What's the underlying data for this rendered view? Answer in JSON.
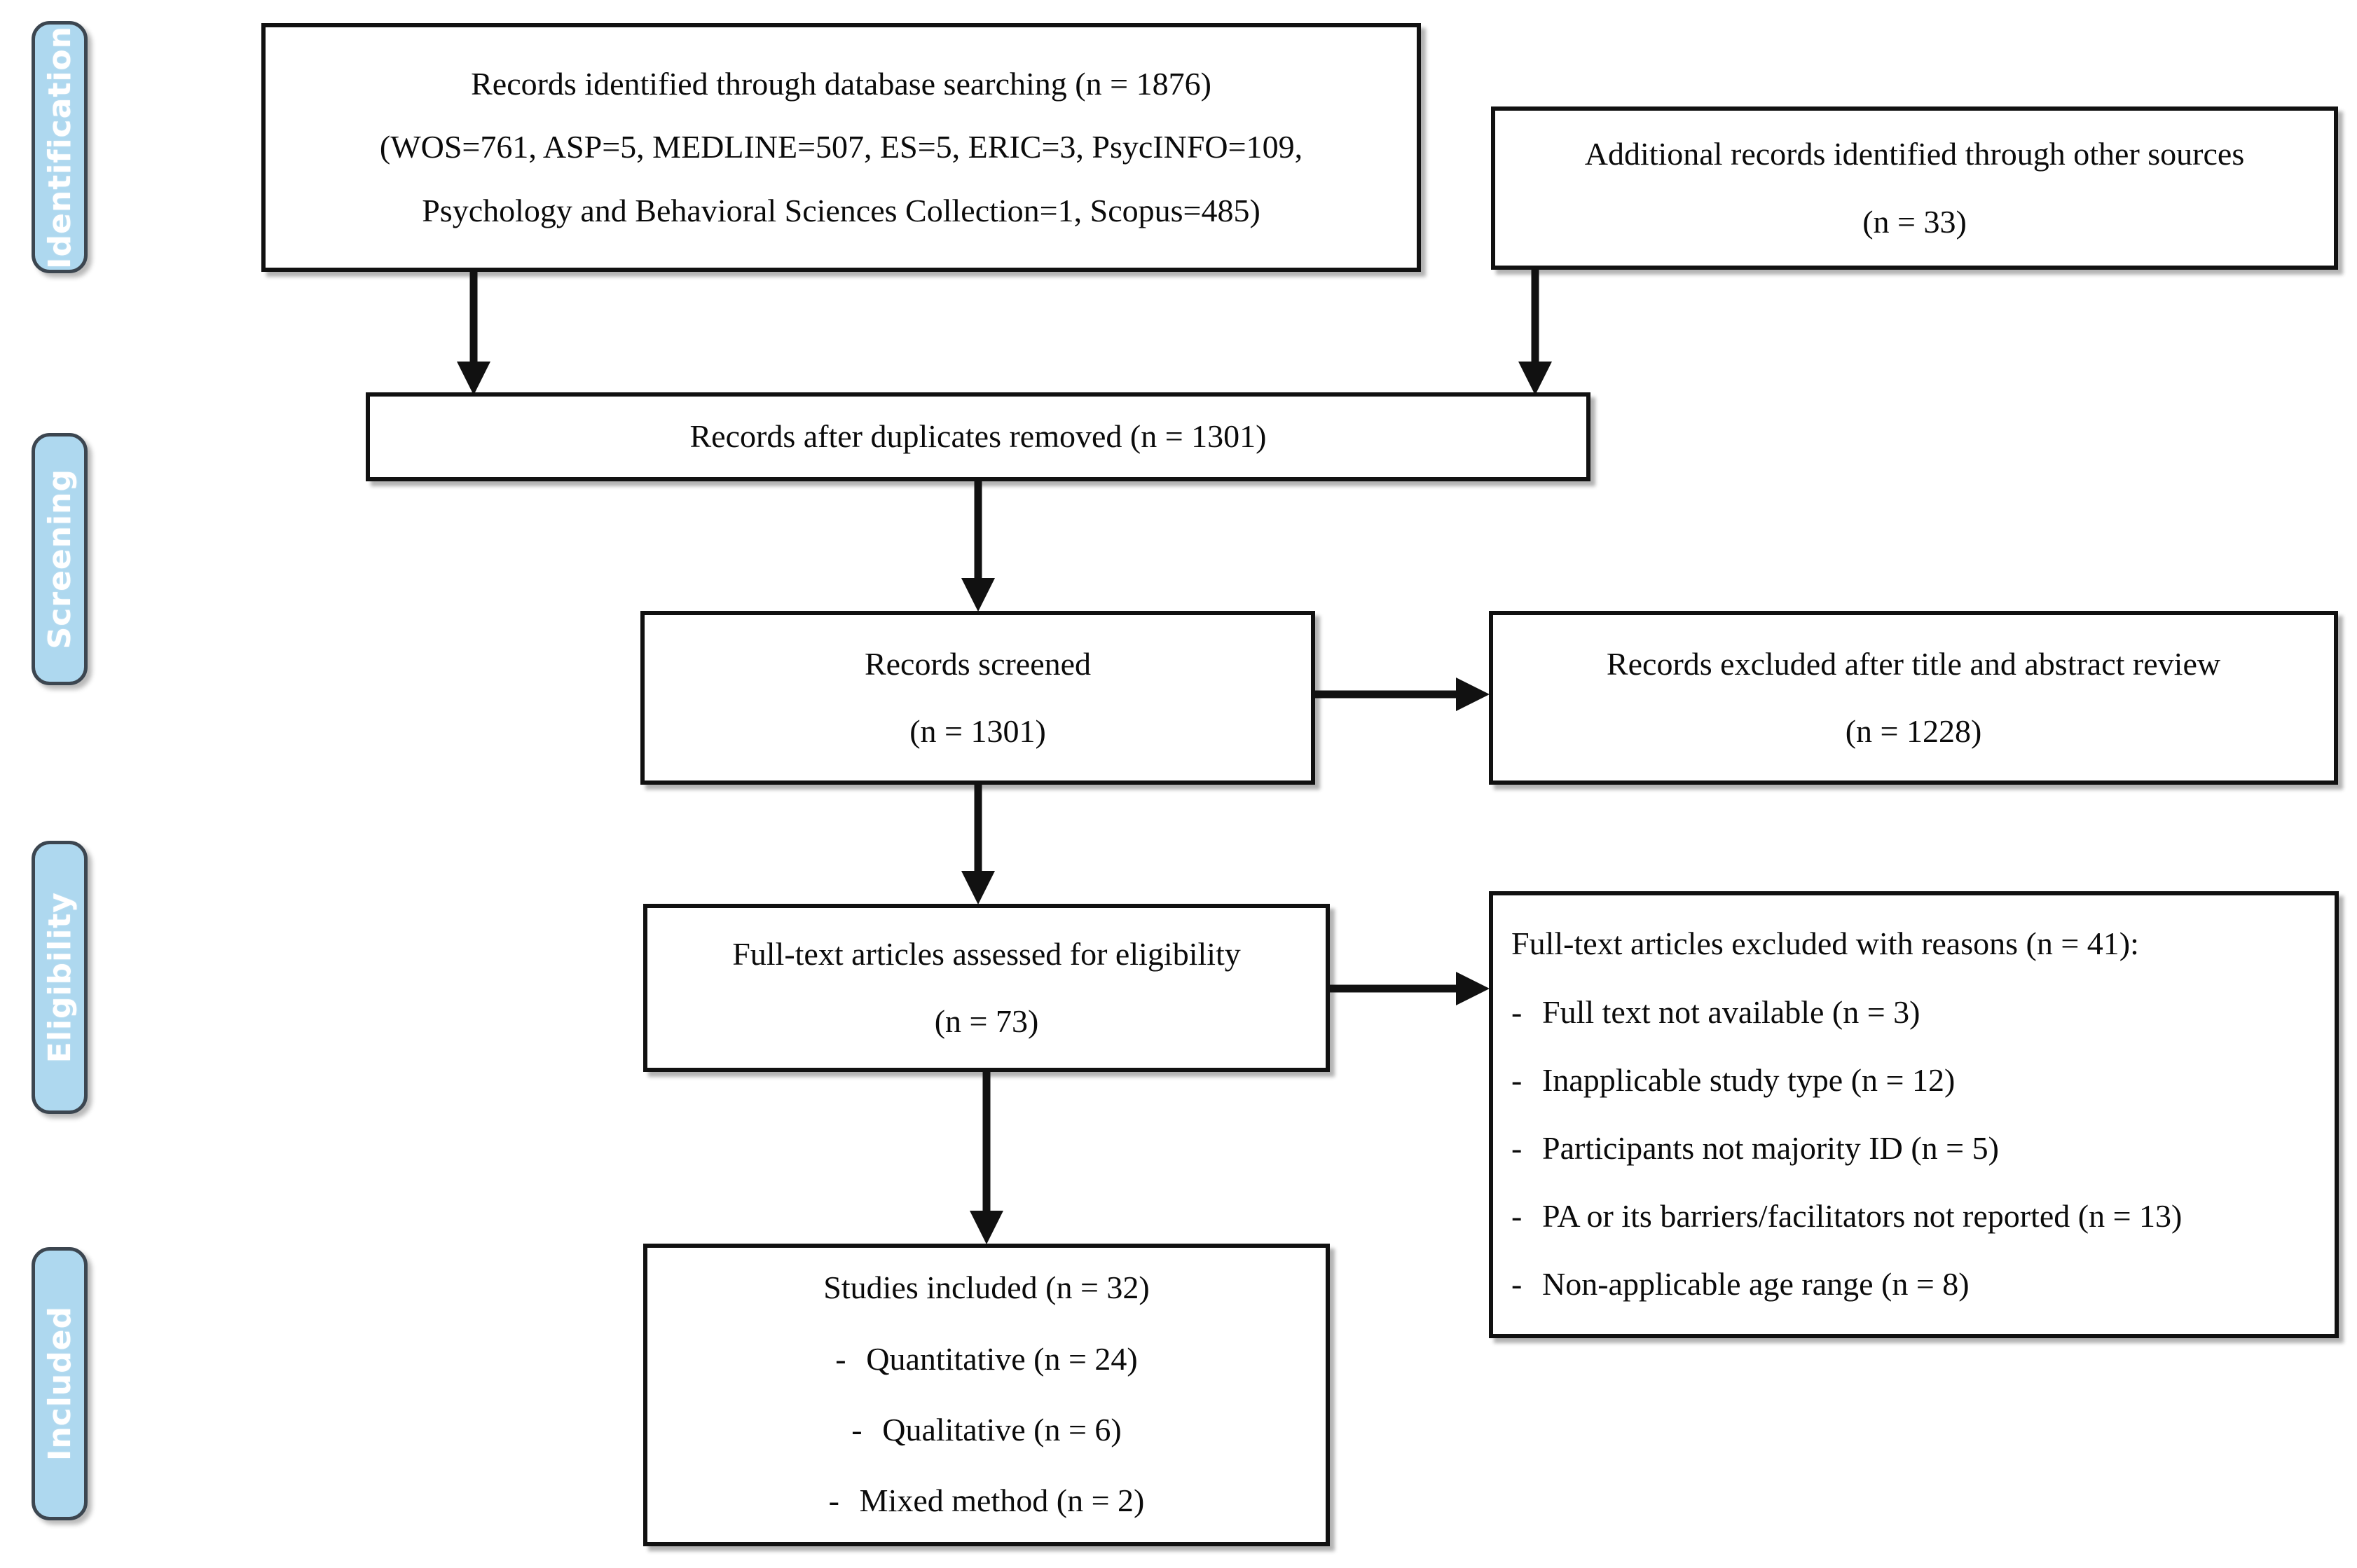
{
  "diagram": {
    "type": "prisma-flow-diagram",
    "accent_color": "#AED8EF",
    "tab_border_color": "#3C4650",
    "box_border_color": "#111111",
    "tab_text_color": "#FFFFFF"
  },
  "stages": [
    {
      "label": "Identification"
    },
    {
      "label": "Screening"
    },
    {
      "label": "Eligibility"
    },
    {
      "label": "Included"
    }
  ],
  "boxes": {
    "identified": {
      "line1": "Records identified through database searching (n = 1876)",
      "line2": "(WOS=761, ASP=5, MEDLINE=507, ES=5, ERIC=3, PsycINFO=109,",
      "line3": "Psychology and Behavioral Sciences Collection=1, Scopus=485)"
    },
    "additional": {
      "line1": "Additional records identified through other sources",
      "line2": "(n = 33)"
    },
    "duplicates": {
      "line1": "Records after duplicates removed (n = 1301)"
    },
    "screened": {
      "line1": "Records screened",
      "line2": "(n = 1301)"
    },
    "excluded_screen": {
      "line1": "Records excluded after title and abstract review",
      "line2": "(n = 1228)"
    },
    "fulltext": {
      "line1": "Full-text articles assessed for eligibility",
      "line2": "(n = 73)"
    },
    "excluded_fulltext": {
      "heading": "Full-text articles excluded with reasons (n = 41):",
      "dash": "-",
      "reasons": [
        "Full text not available (n = 3)",
        "Inapplicable study type (n = 12)",
        "Participants not majority ID (n = 5)",
        "PA or its barriers/facilitators not reported (n = 13)",
        "Non-applicable age range (n = 8)"
      ]
    },
    "included": {
      "heading": "Studies included (n = 32)",
      "dash": "-",
      "items": [
        "Quantitative (n = 24)",
        "Qualitative (n = 6)",
        "Mixed method (n = 2)"
      ]
    }
  },
  "chart_data": {
    "type": "table",
    "title": "PRISMA flow of study selection",
    "categories": [
      "Records identified through database searching",
      "Additional records identified through other sources",
      "Records after duplicates removed",
      "Records screened",
      "Records excluded after title and abstract review",
      "Full-text articles assessed for eligibility",
      "Full-text articles excluded with reasons",
      "Studies included"
    ],
    "values": [
      1876,
      33,
      1301,
      1301,
      1228,
      73,
      41,
      32
    ],
    "database_breakdown": {
      "WOS": 761,
      "ASP": 5,
      "MEDLINE": 507,
      "ES": 5,
      "ERIC": 3,
      "PsycINFO": 109,
      "Psychology and Behavioral Sciences Collection": 1,
      "Scopus": 485
    },
    "exclusion_reasons": {
      "Full text not available": 3,
      "Inapplicable study type": 12,
      "Participants not majority ID": 5,
      "PA or its barriers/facilitators not reported": 13,
      "Non-applicable age range": 8
    },
    "included_breakdown": {
      "Quantitative": 24,
      "Qualitative": 6,
      "Mixed method": 2
    }
  }
}
